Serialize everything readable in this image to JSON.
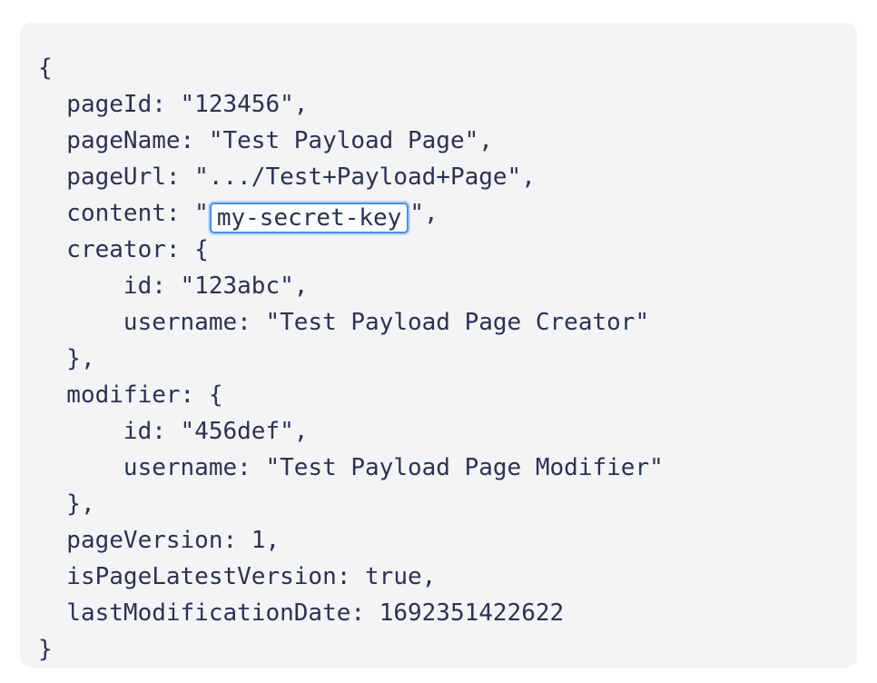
{
  "panel": {
    "background_color": "#f3f4f6",
    "text_color": "#2b3350",
    "page_background": "#ffffff"
  },
  "highlight": {
    "value": "my-secret-key",
    "border_color": "#4a90e2",
    "ring_color": "#bcd7f5",
    "fill_color": "#fafbfc"
  },
  "code": {
    "open_brace": "{",
    "close_brace": "}",
    "lines": [
      {
        "indent": "  ",
        "key": "pageId",
        "sep": ": ",
        "value": "\"123456\","
      },
      {
        "indent": "  ",
        "key": "pageName",
        "sep": ": ",
        "value": "\"Test Payload Page\","
      },
      {
        "indent": "  ",
        "key": "pageUrl",
        "sep": ": ",
        "value": "\".../Test+Payload+Page\","
      },
      {
        "indent": "  ",
        "key": "content",
        "sep": ": ",
        "value": "\"my-secret-key\","
      },
      {
        "indent": "  ",
        "key": "creator",
        "sep": ": ",
        "value": "{"
      },
      {
        "indent": "    ",
        "key": "id",
        "sep": ": ",
        "value": "\"123abc\","
      },
      {
        "indent": "    ",
        "key": "username",
        "sep": ": ",
        "value": "\"Test Payload Page Creator\""
      },
      {
        "indent": "  ",
        "key": "",
        "sep": "",
        "value": "},"
      },
      {
        "indent": "  ",
        "key": "modifier",
        "sep": ": ",
        "value": "{"
      },
      {
        "indent": "    ",
        "key": "id",
        "sep": ": ",
        "value": "\"456def\","
      },
      {
        "indent": "    ",
        "key": "username",
        "sep": ": ",
        "value": "\"Test Payload Page Modifier\""
      },
      {
        "indent": "  ",
        "key": "",
        "sep": "",
        "value": "},"
      },
      {
        "indent": "  ",
        "key": "pageVersion",
        "sep": ": ",
        "value": "1,"
      },
      {
        "indent": "  ",
        "key": "isPageLatestVersion",
        "sep": ": ",
        "value": "true,"
      },
      {
        "indent": "  ",
        "key": "lastModificationDate",
        "sep": ": ",
        "value": "1692351422622"
      }
    ]
  },
  "payload": {
    "pageId": "123456",
    "pageName": "Test Payload Page",
    "pageUrl": ".../Test+Payload+Page",
    "content": "my-secret-key",
    "creator": {
      "id": "123abc",
      "username": "Test Payload Page Creator"
    },
    "modifier": {
      "id": "456def",
      "username": "Test Payload Page Modifier"
    },
    "pageVersion": "1",
    "isPageLatestVersion": "true",
    "lastModificationDate": "1692351422622"
  },
  "literals": {
    "line_open": "{",
    "line_close": "}",
    "line_pageId": "  pageId: \"123456\",",
    "line_pageName": "  pageName: \"Test Payload Page\",",
    "line_pageUrl": "  pageUrl: \".../Test+Payload+Page\",",
    "line_content_prefix": "  content: \"",
    "line_content_suffix": "\",",
    "line_creator_open": "  creator: {",
    "line_creator_id": "      id: \"123abc\",",
    "line_creator_username": "      username: \"Test Payload Page Creator\"",
    "line_creator_close": "  },",
    "line_modifier_open": "  modifier: {",
    "line_modifier_id": "      id: \"456def\",",
    "line_modifier_username": "      username: \"Test Payload Page Modifier\"",
    "line_modifier_close": "  },",
    "line_pageVersion": "  pageVersion: 1,",
    "line_isPageLatestVersion": "  isPageLatestVersion: true,",
    "line_lastModificationDate": "  lastModificationDate: 1692351422622"
  }
}
